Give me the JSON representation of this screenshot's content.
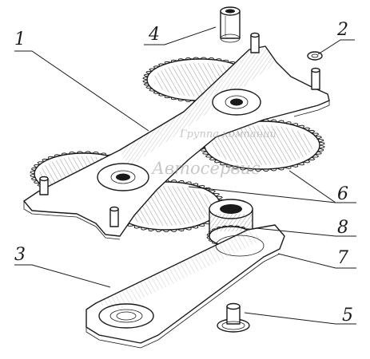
{
  "callouts": [
    {
      "id": "1",
      "text": "1"
    },
    {
      "id": "2",
      "text": "2"
    },
    {
      "id": "3",
      "text": "3"
    },
    {
      "id": "4",
      "text": "4"
    },
    {
      "id": "5",
      "text": "5"
    },
    {
      "id": "6",
      "text": "6"
    },
    {
      "id": "7",
      "text": "7"
    },
    {
      "id": "8",
      "text": "8"
    }
  ],
  "watermark": {
    "line1": "Группа компаний",
    "line2": "Автосервис"
  }
}
